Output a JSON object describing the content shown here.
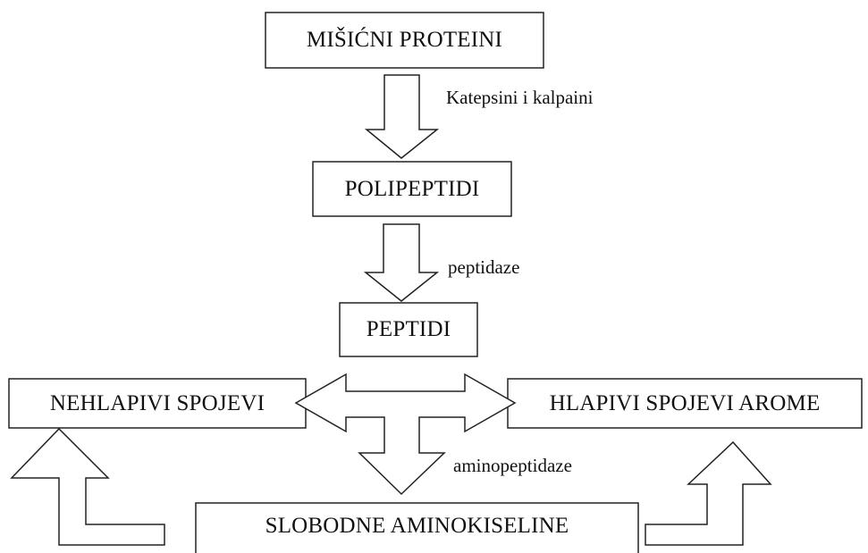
{
  "nodes": {
    "misicni_proteini": "MIŠIĆNI PROTEINI",
    "polipeptidi": "POLIPEPTIDI",
    "peptidi": "PEPTIDI",
    "nehlapivi_spojevi": "NEHLAPIVI SPOJEVI",
    "hlapivi_spojevi_arome": "HLAPIVI SPOJEVI AROME",
    "slobodne_aminokiseline": "SLOBODNE AMINOKISELINE"
  },
  "edges": {
    "katepsini_kalpaini": "Katepsini i kalpaini",
    "peptidaze": "peptidaze",
    "aminopeptidaze": "aminopeptidaze"
  }
}
